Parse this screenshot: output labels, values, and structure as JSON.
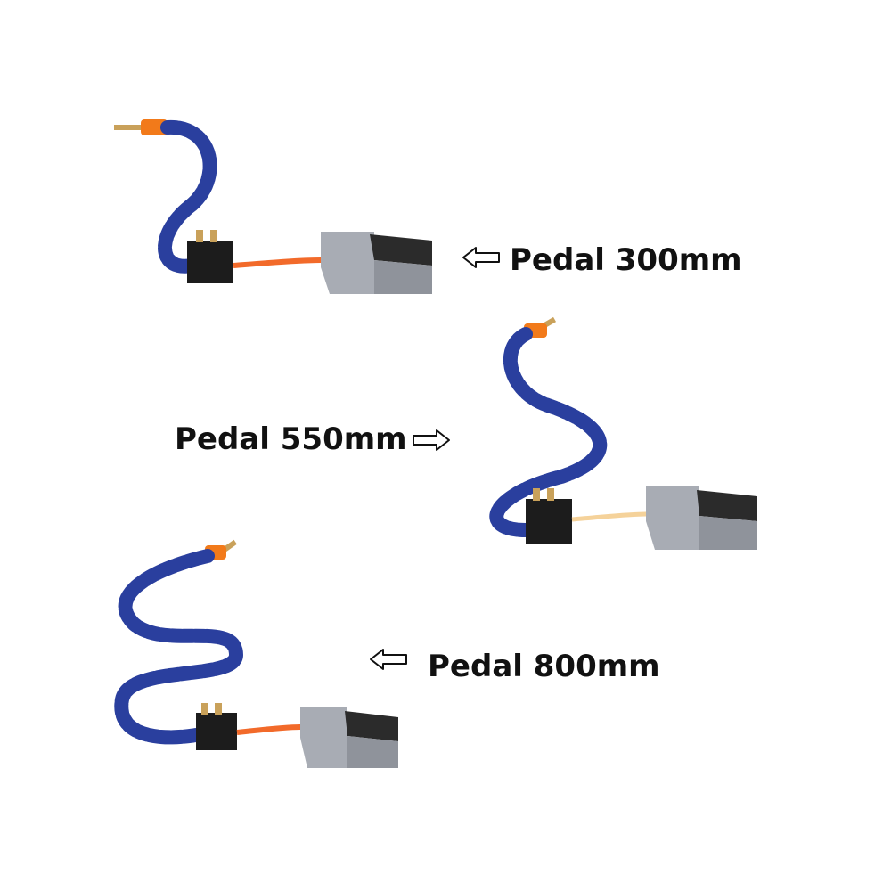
{
  "products": [
    {
      "label": "Pedal 300mm",
      "arrow_direction": "left"
    },
    {
      "label": "Pedal 550mm",
      "arrow_direction": "right"
    },
    {
      "label": "Pedal 800mm",
      "arrow_direction": "left"
    }
  ],
  "colors": {
    "hose": "#2a3f9e",
    "hose_highlight": "#5a6fd0",
    "nozzle_orange": "#f27a1a",
    "brass": "#c9a15a",
    "tube_orange": "#f26a2a",
    "valve_block": "#1c1c1c",
    "pedal_silver": "#a8acb4",
    "pedal_dark": "#2b2b2b"
  }
}
